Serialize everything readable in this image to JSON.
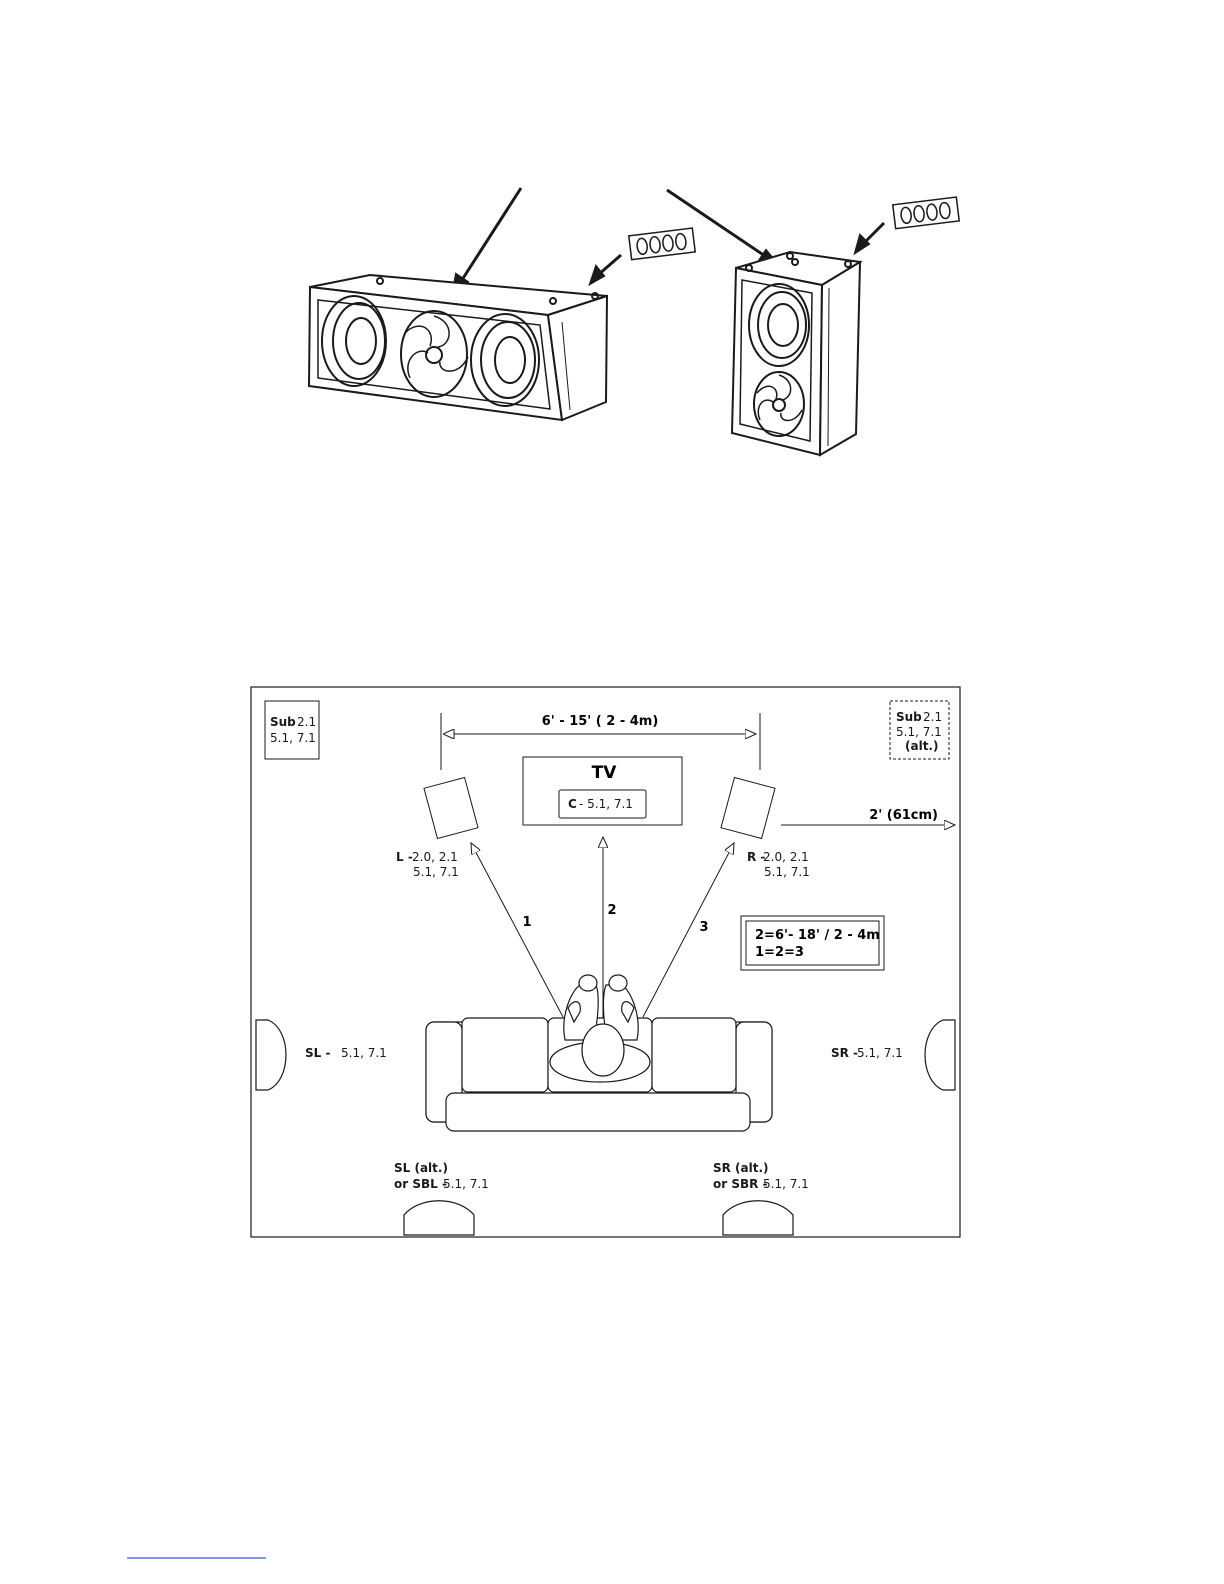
{
  "foam_plug_label": "OOOO",
  "room": {
    "sub_left": {
      "name": "Sub",
      "line1": "2.1",
      "line2": "5.1, 7.1"
    },
    "sub_right": {
      "name": "Sub",
      "line1": "2.1",
      "line2": "5.1, 7.1",
      "line3": "(alt.)"
    },
    "width_span": "6' - 15' ( 2 - 4m)",
    "tv": "TV",
    "center": {
      "name": "C",
      "text": "- 5.1, 7.1"
    },
    "left": {
      "name": "L -",
      "line1": "2.0, 2.1",
      "line2": "5.1, 7.1"
    },
    "right": {
      "name": "R -",
      "line1": "2.0, 2.1",
      "line2": "5.1, 7.1"
    },
    "wall_distance": "2' (61cm)",
    "dist_1": "1",
    "dist_2": "2",
    "dist_3": "3",
    "formula_line1": "2=6'- 18' / 2 - 4m",
    "formula_line2": "1=2=3",
    "sl": {
      "name": "SL -",
      "text": "5.1, 7.1"
    },
    "sr": {
      "name": "SR -",
      "text": "5.1, 7.1"
    },
    "sl_alt": {
      "line1": "SL (alt.)",
      "prefix": "or SBL -",
      "text": "5.1, 7.1"
    },
    "sr_alt": {
      "line1": "SR (alt.)",
      "prefix": "or SBR -",
      "text": "5.1, 7.1"
    }
  }
}
